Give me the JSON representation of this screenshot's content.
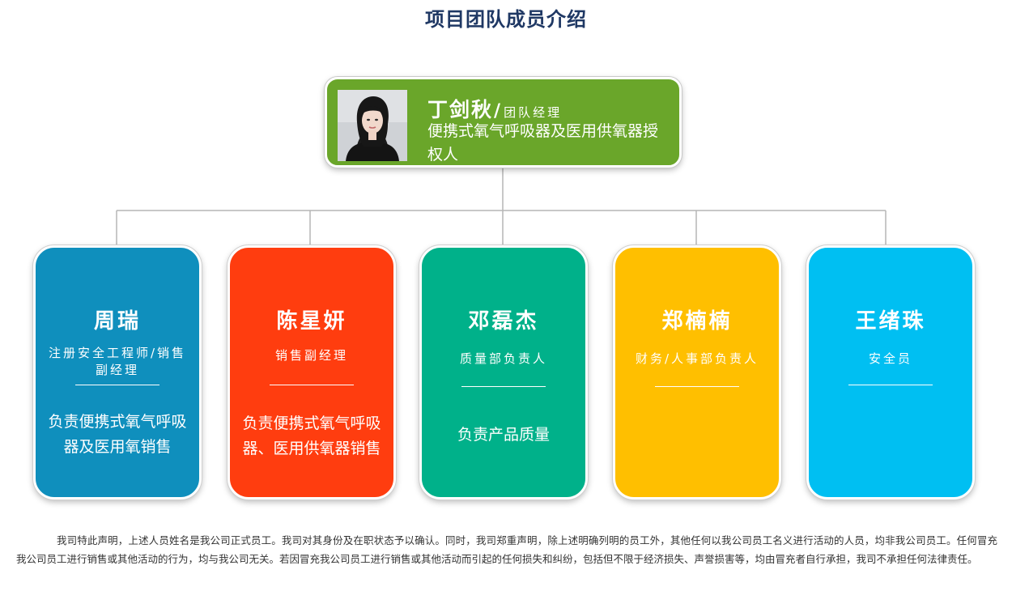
{
  "title": "项目团队成员介绍",
  "leader": {
    "name": "丁剑秋",
    "slash": "/",
    "role": "团队经理",
    "description": "便携式氧气呼吸器及医用供氧器授权人",
    "color": "#6aa62a"
  },
  "members": [
    {
      "name": "周瑞",
      "role": "注册安全工程师/销售副经理",
      "duty": "负责便携式氧气呼吸器及医用氧销售",
      "color": "#0f8fbd"
    },
    {
      "name": "陈星妍",
      "role": "销售副经理",
      "duty": "负责便携式氧气呼吸器、医用供氧器销售",
      "color": "#ff3d0f"
    },
    {
      "name": "邓磊杰",
      "role": "质量部负责人",
      "duty": "负责产品质量",
      "color": "#00b18a"
    },
    {
      "name": "郑楠楠",
      "role": "财务/人事部负责人",
      "duty": "",
      "color": "#ffbf00"
    },
    {
      "name": "王绪珠",
      "role": "安全员",
      "duty": "",
      "color": "#00bff2"
    }
  ],
  "disclaimer": "我司特此声明，上述人员姓名是我公司正式员工。我司对其身份及在职状态予以确认。同时，我司郑重声明，除上述明确列明的员工外，其他任何以我公司员工名义进行活动的人员，均非我公司员工。任何冒充我公司员工进行销售或其他活动的行为，均与我公司无关。若因冒充我公司员工进行销售或其他活动而引起的任何损失和纠纷，包括但不限于经济损失、声誉损害等，均由冒充者自行承担，我司不承担任何法律责任。"
}
